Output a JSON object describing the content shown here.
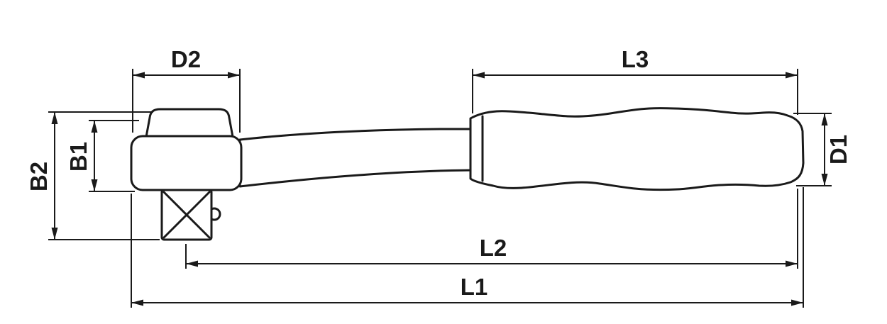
{
  "drawing": {
    "colors": {
      "line": "#1a1a1a",
      "background": "#ffffff"
    },
    "dimensions": {
      "d2": {
        "label": "D2"
      },
      "l3": {
        "label": "L3"
      },
      "b2": {
        "label": "B2"
      },
      "b1": {
        "label": "B1"
      },
      "d1": {
        "label": "D1"
      },
      "l2": {
        "label": "L2"
      },
      "l1": {
        "label": "L1"
      }
    }
  }
}
